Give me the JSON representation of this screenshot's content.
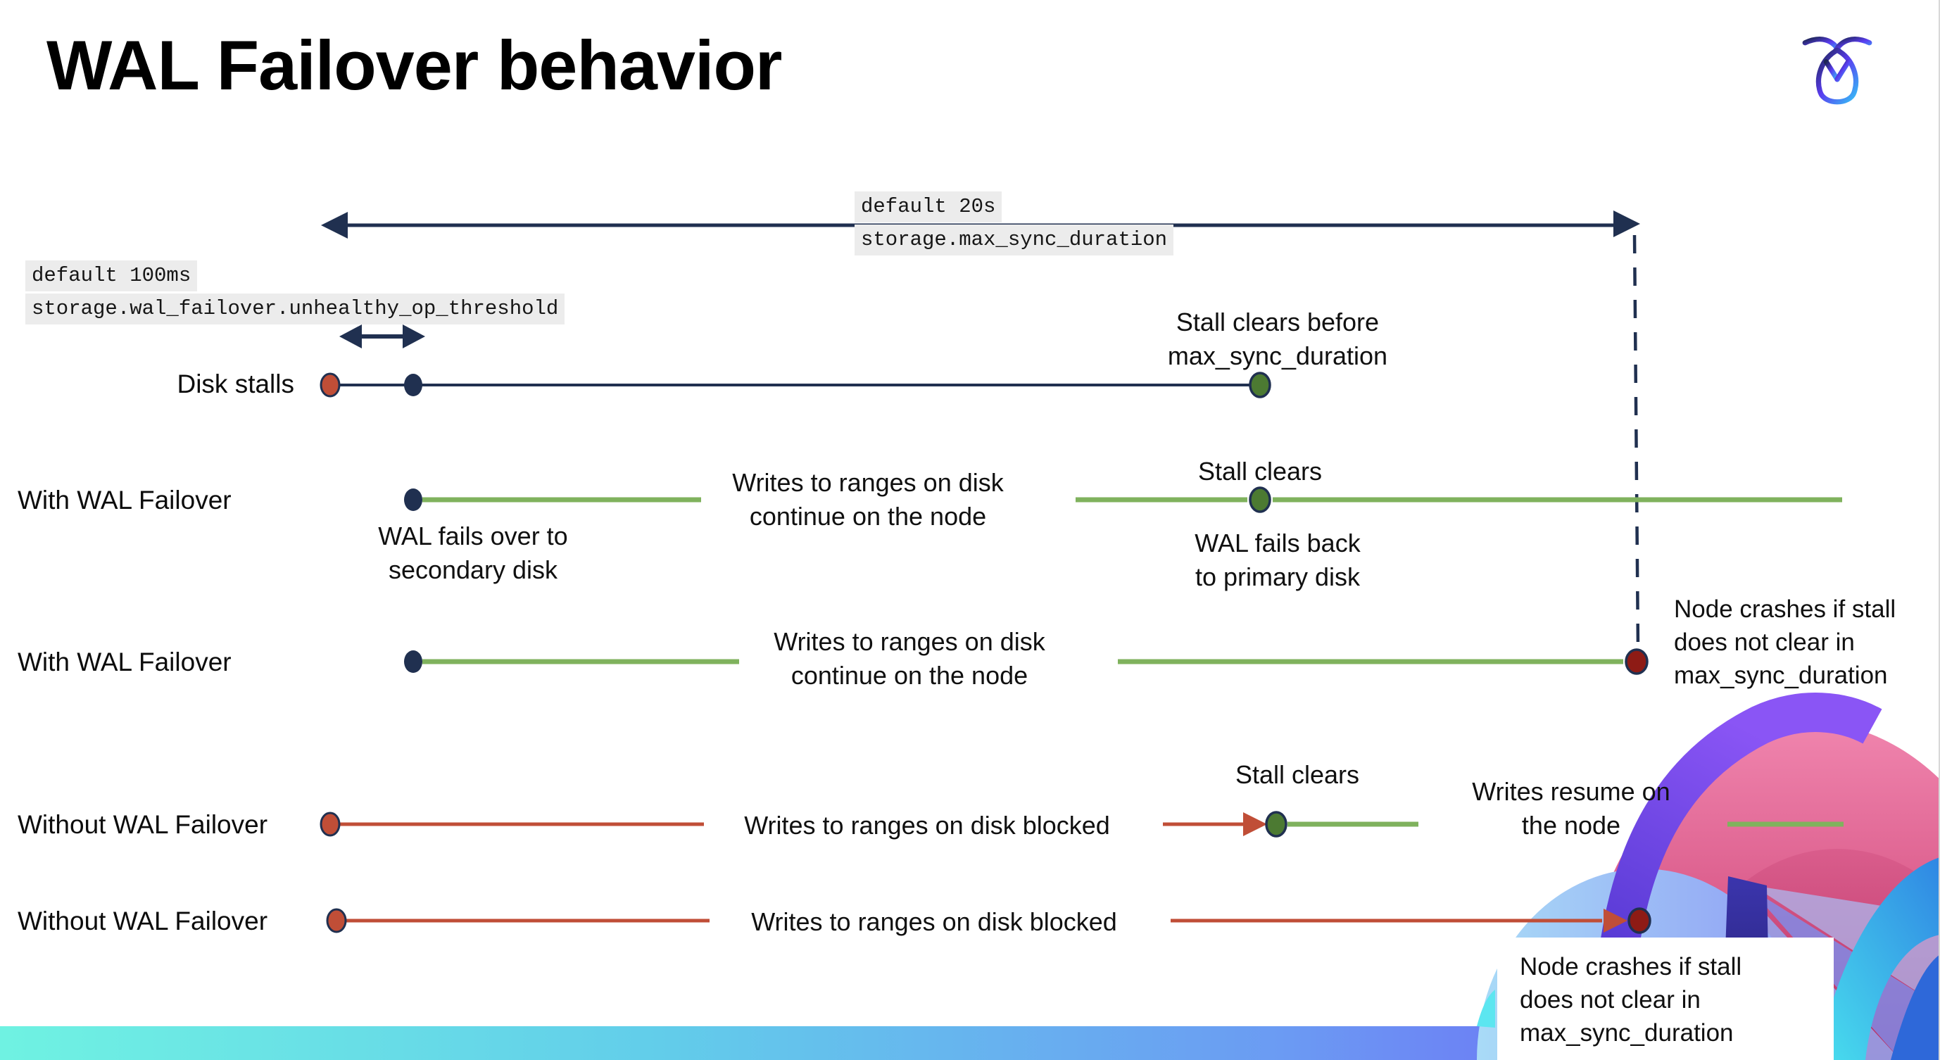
{
  "page": {
    "title": "WAL Failover behavior"
  },
  "branding": {
    "logo": "cockroachdb-logo"
  },
  "settings": {
    "max_sync_duration": {
      "default": "default 20s",
      "name": "storage.max_sync_duration"
    },
    "unhealthy_op_threshold": {
      "default": "default 100ms",
      "name": "storage.wal_failover.unhealthy_op_threshold"
    }
  },
  "rows": [
    {
      "label": "Disk stalls",
      "annotations": {
        "stall_clears": "Stall clears before\nmax_sync_duration"
      }
    },
    {
      "label": "With WAL Failover",
      "annotations": {
        "failover": "WAL fails over to\nsecondary disk",
        "writes_continue": "Writes to ranges on disk\ncontinue on the node",
        "stall_clears": "Stall clears",
        "failback": "WAL fails  back\nto primary disk"
      }
    },
    {
      "label": "With WAL Failover",
      "annotations": {
        "writes_continue": "Writes to ranges on disk\ncontinue on the node",
        "node_crash": "Node crashes if stall\ndoes not clear in\nmax_sync_duration"
      }
    },
    {
      "label": "Without WAL Failover",
      "annotations": {
        "writes_blocked": "Writes to ranges on disk  blocked",
        "stall_clears": "Stall clears",
        "writes_resume": "Writes resume on\nthe node"
      }
    },
    {
      "label": "Without WAL Failover",
      "annotations": {
        "writes_blocked": "Writes to ranges on disk  blocked",
        "node_crash": "Node crashes if stall\ndoes not clear in\nmax_sync_duration"
      }
    }
  ],
  "colors": {
    "navy": "#203050",
    "green_line": "#7fb25d",
    "green_dot": "#4c7a32",
    "red_orange": "#c04e37",
    "dark_red": "#8e1b15",
    "code_bg": "#ececec",
    "footer_left": "#6ff2e2",
    "footer_right": "#7150f2"
  }
}
